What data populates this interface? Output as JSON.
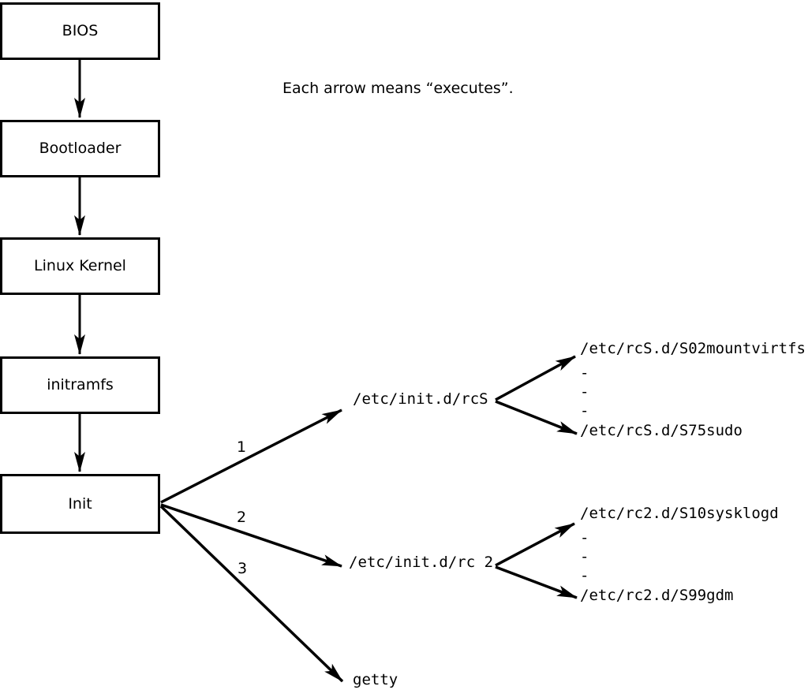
{
  "note": "Each arrow means “executes”.",
  "chain": [
    {
      "label": "BIOS"
    },
    {
      "label": "Bootloader"
    },
    {
      "label": "Linux Kernel"
    },
    {
      "label": "initramfs"
    },
    {
      "label": "Init"
    }
  ],
  "branches": [
    {
      "order": "1",
      "target": "/etc/init.d/rcS",
      "children": [
        "/etc/rcS.d/S02mountvirtfs",
        "-",
        "-",
        "-",
        "/etc/rcS.d/S75sudo"
      ]
    },
    {
      "order": "2",
      "target": "/etc/init.d/rc 2",
      "children": [
        "/etc/rc2.d/S10sysklogd",
        "-",
        "-",
        "-",
        "/etc/rc2.d/S99gdm"
      ]
    },
    {
      "order": "3",
      "target": "getty",
      "children": []
    }
  ],
  "colors": {
    "background": "#ffffff",
    "line": "#000000",
    "text": "#000000"
  }
}
